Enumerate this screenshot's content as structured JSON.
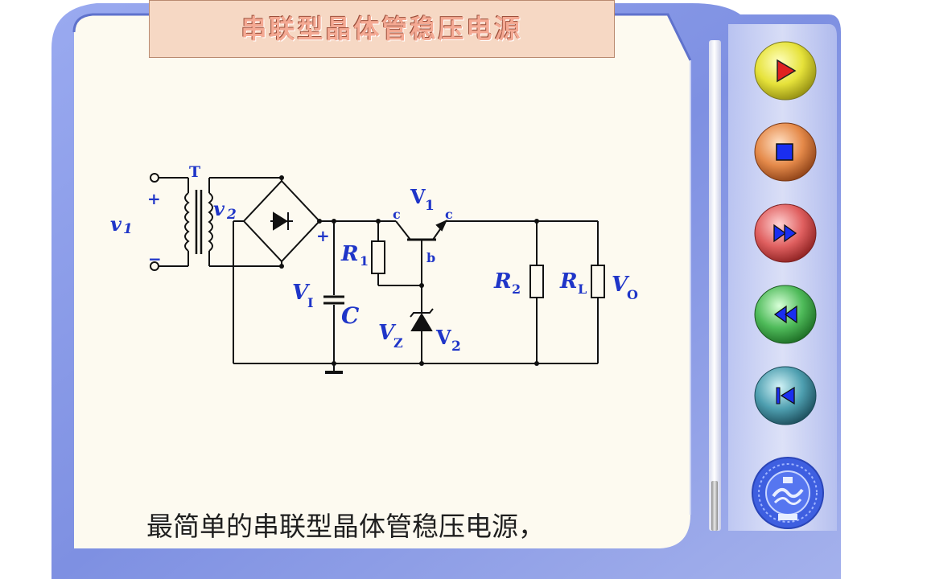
{
  "title": "串联型晶体管稳压电源",
  "caption": "最简单的串联型晶体管稳压电源，",
  "controls": [
    {
      "name": "play-button",
      "icon": "play-icon",
      "color": "yellow"
    },
    {
      "name": "stop-button",
      "icon": "stop-icon",
      "color": "orange"
    },
    {
      "name": "fast-forward-button",
      "icon": "fast-forward-icon",
      "color": "red"
    },
    {
      "name": "rewind-button",
      "icon": "rewind-icon",
      "color": "green"
    },
    {
      "name": "skip-to-start-button",
      "icon": "skip-to-start-icon",
      "color": "teal"
    }
  ],
  "circuit": {
    "labels": {
      "transformer": "T",
      "plus_in": "+",
      "minus_in": "−",
      "v1": "v",
      "v1_sub": "1",
      "v2": "v",
      "v2_sub": "2",
      "plus_out": "+",
      "transistor": "V",
      "transistor_sub": "1",
      "collector_left": "c",
      "collector_right": "c",
      "base": "b",
      "r1": "R",
      "r1_sub": "1",
      "vi": "V",
      "vi_sub": "I",
      "cap": "C",
      "vz": "V",
      "vz_sub": "Z",
      "zener": "V",
      "zener_sub": "2",
      "r2": "R",
      "r2_sub": "2",
      "rl": "R",
      "rl_sub": "L",
      "vo": "V",
      "vo_sub": "O"
    }
  },
  "colors": {
    "circuit_text": "#1f35c8",
    "frame_blue": "#7d8fe0",
    "panel_bg": "#fdfaf0"
  }
}
